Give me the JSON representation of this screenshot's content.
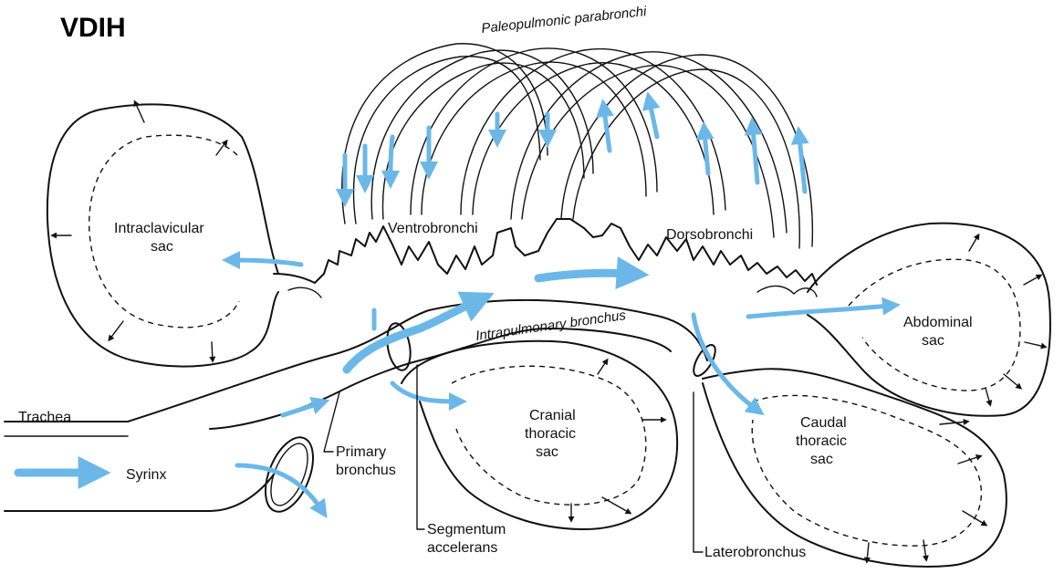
{
  "tag": "VDIH",
  "colors": {
    "airflow": "#6bb8e8",
    "outline": "#111111"
  },
  "labels": {
    "paleopulmonic": "Paleopulmonic parabronchi",
    "intraclavicular_1": "Intraclavicular",
    "intraclavicular_2": "sac",
    "ventrobronchi": "Ventrobronchi",
    "dorsobronchi": "Dorsobronchi",
    "intrapulmonary": "Intrapulmonary bronchus",
    "abdominal_1": "Abdominal",
    "abdominal_2": "sac",
    "trachea": "Trachea",
    "syrinx": "Syrinx",
    "primary_1": "Primary",
    "primary_2": "bronchus",
    "cranial_1": "Cranial",
    "cranial_2": "thoracic",
    "cranial_3": "sac",
    "caudal_1": "Caudal",
    "caudal_2": "thoracic",
    "caudal_3": "sac",
    "segmentum_1": "Segmentum",
    "segmentum_2": "accelerans",
    "laterobronchus": "Laterobronchus"
  }
}
